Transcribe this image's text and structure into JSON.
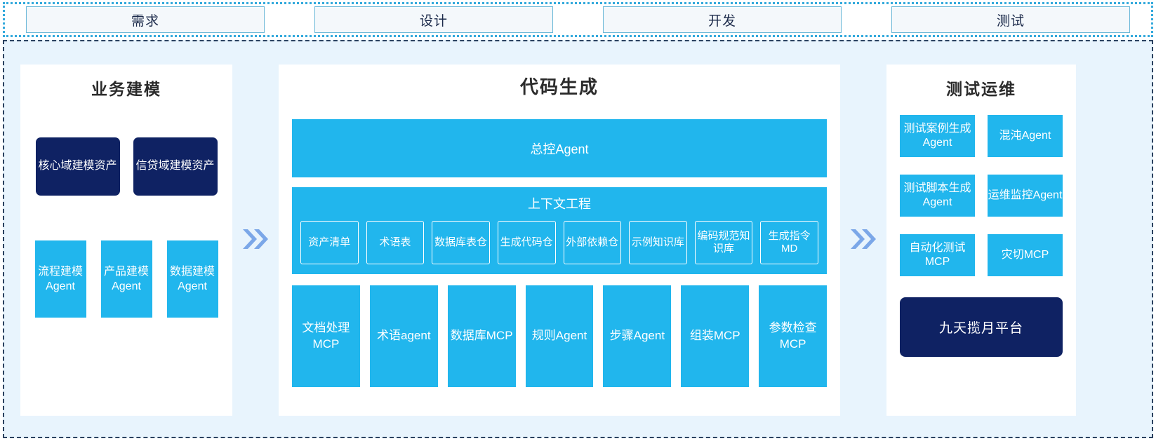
{
  "phases": {
    "items": [
      {
        "label": "需求"
      },
      {
        "label": "设计"
      },
      {
        "label": "开发"
      },
      {
        "label": "测试"
      }
    ]
  },
  "arrows": {
    "left_arrow": "chevron-double-right",
    "right_arrow": "chevron-double-right"
  },
  "colors": {
    "accent_blue": "#21b6ed",
    "navy": "#0f2263",
    "panel_bg": "#e8f4fd",
    "tab_border": "#6bb8d8",
    "arrow": "#7ba7e8"
  },
  "business_modeling": {
    "title": "业务建模",
    "assets": [
      {
        "label": "核心域建模资产"
      },
      {
        "label": "信贷域建模资产"
      }
    ],
    "agents": [
      {
        "label": "流程建模Agent"
      },
      {
        "label": "产品建模Agent"
      },
      {
        "label": "数据建模Agent"
      }
    ]
  },
  "code_generation": {
    "title": "代码生成",
    "controller": {
      "label": "总控Agent"
    },
    "context_engineering": {
      "title": "上下文工程",
      "items": [
        {
          "label": "资产清单"
        },
        {
          "label": "术语表"
        },
        {
          "label": "数据库表仓"
        },
        {
          "label": "生成代码仓"
        },
        {
          "label": "外部依赖仓"
        },
        {
          "label": "示例知识库"
        },
        {
          "label": "编码规范知识库"
        },
        {
          "label": "生成指令MD"
        }
      ]
    },
    "tools": [
      {
        "label": "文档处理MCP"
      },
      {
        "label": "术语agent"
      },
      {
        "label": "数据库MCP"
      },
      {
        "label": "规则Agent"
      },
      {
        "label": "步骤Agent"
      },
      {
        "label": "组装MCP"
      },
      {
        "label": "参数检查MCP"
      }
    ]
  },
  "test_ops": {
    "title": "测试运维",
    "items": [
      {
        "label": "测试案例生成Agent"
      },
      {
        "label": "混沌Agent"
      },
      {
        "label": "测试脚本生成Agent"
      },
      {
        "label": "运维监控Agent"
      },
      {
        "label": "自动化测试MCP"
      },
      {
        "label": "灾切MCP"
      }
    ],
    "platform": {
      "label": "九天揽月平台"
    }
  }
}
